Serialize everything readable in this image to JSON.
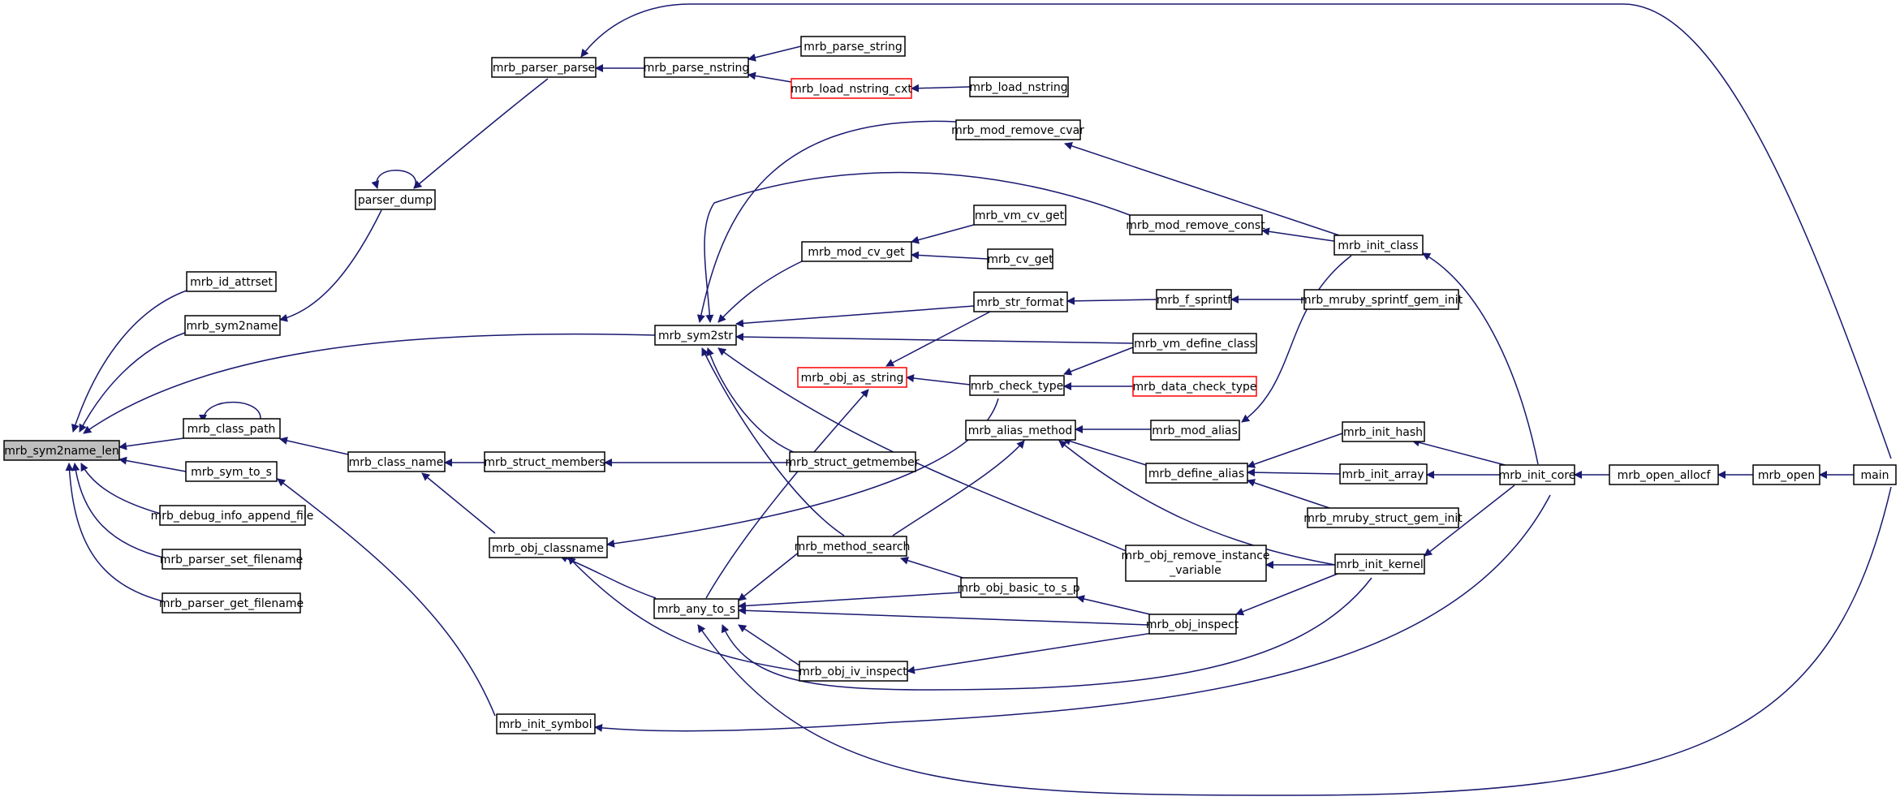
{
  "colors": {
    "edge": "#191970",
    "node_border": "#000000",
    "highlight_border": "#ff0000",
    "root_fill": "#bfbfbf"
  },
  "nodes": {
    "mrb_sym2name_len": "mrb_sym2name_len",
    "mrb_id_attrset": "mrb_id_attrset",
    "mrb_sym2name": "mrb_sym2name",
    "mrb_class_path": "mrb_class_path",
    "mrb_sym_to_s": "mrb_sym_to_s",
    "mrb_debug_info_append_file": "mrb_debug_info_append_file",
    "mrb_parser_set_filename": "mrb_parser_set_filename",
    "mrb_parser_get_filename": "mrb_parser_get_filename",
    "parser_dump": "parser_dump",
    "mrb_parser_parse": "mrb_parser_parse",
    "mrb_parse_nstring": "mrb_parse_nstring",
    "mrb_parse_string": "mrb_parse_string",
    "mrb_load_nstring_cxt": "mrb_load_nstring_cxt",
    "mrb_load_nstring": "mrb_load_nstring",
    "mrb_class_name": "mrb_class_name",
    "mrb_struct_members": "mrb_struct_members",
    "mrb_obj_classname": "mrb_obj_classname",
    "mrb_init_symbol": "mrb_init_symbol",
    "mrb_sym2str": "mrb_sym2str",
    "mrb_obj_as_string": "mrb_obj_as_string",
    "mrb_any_to_s": "mrb_any_to_s",
    "mrb_mod_remove_cvar": "mrb_mod_remove_cvar",
    "mrb_mod_cv_get": "mrb_mod_cv_get",
    "mrb_vm_cv_get": "mrb_vm_cv_get",
    "mrb_cv_get": "mrb_cv_get",
    "mrb_str_format": "mrb_str_format",
    "mrb_check_type": "mrb_check_type",
    "mrb_alias_method": "mrb_alias_method",
    "mrb_struct_getmember": "mrb_struct_getmember",
    "mrb_method_search": "mrb_method_search",
    "mrb_obj_basic_to_s_p": "mrb_obj_basic_to_s_p",
    "mrb_obj_iv_inspect": "mrb_obj_iv_inspect",
    "mrb_mod_remove_const": "mrb_mod_remove_const",
    "mrb_f_sprintf": "mrb_f_sprintf",
    "mrb_vm_define_class": "mrb_vm_define_class",
    "mrb_data_check_type": "mrb_data_check_type",
    "mrb_mod_alias": "mrb_mod_alias",
    "mrb_define_alias": "mrb_define_alias",
    "mrb_obj_remove_instance_variable_1": "mrb_obj_remove_instance",
    "mrb_obj_remove_instance_variable_2": "_variable",
    "mrb_obj_inspect": "mrb_obj_inspect",
    "mrb_init_class": "mrb_init_class",
    "mrb_mruby_sprintf_gem_init": "mrb_mruby_sprintf_gem_init",
    "mrb_init_hash": "mrb_init_hash",
    "mrb_init_array": "mrb_init_array",
    "mrb_mruby_struct_gem_init": "mrb_mruby_struct_gem_init",
    "mrb_init_kernel": "mrb_init_kernel",
    "mrb_init_core": "mrb_init_core",
    "mrb_open_allocf": "mrb_open_allocf",
    "mrb_open": "mrb_open",
    "main": "main"
  }
}
